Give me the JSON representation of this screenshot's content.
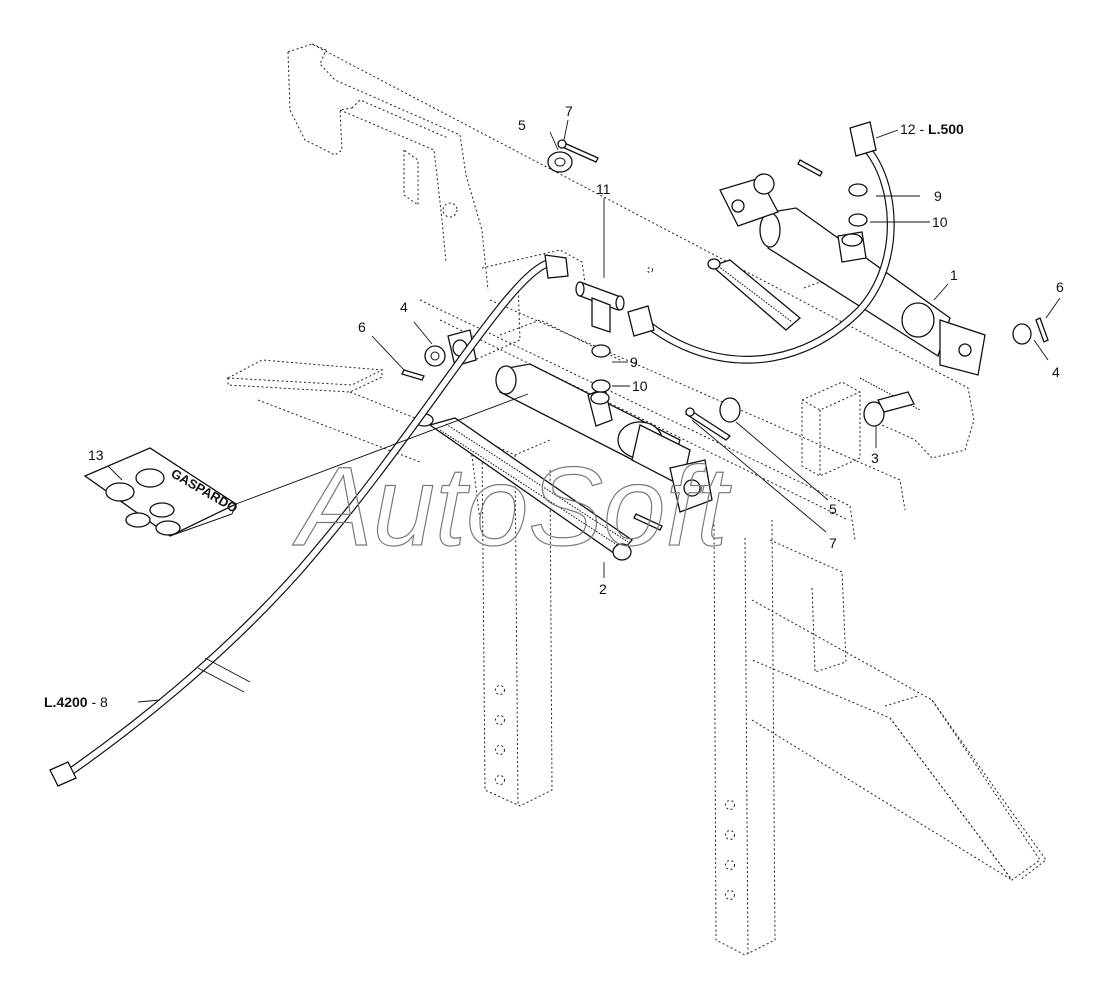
{
  "labels": {
    "p1": "1",
    "p2": "2",
    "p3": "3",
    "p4a": "4",
    "p4b": "4",
    "p5a": "5",
    "p5b": "5",
    "p6a": "6",
    "p6b": "6",
    "p7a": "7",
    "p7b": "7",
    "p9a": "9",
    "p9b": "9",
    "p10a": "10",
    "p10b": "10",
    "p11": "11",
    "p12_num": "12 - ",
    "p12_len": "L.500",
    "p8_len": "L.4200",
    "p8_num": " - 8",
    "p13": "13"
  },
  "kit_brand": "GASPARDO",
  "watermark": "AutoSoft"
}
